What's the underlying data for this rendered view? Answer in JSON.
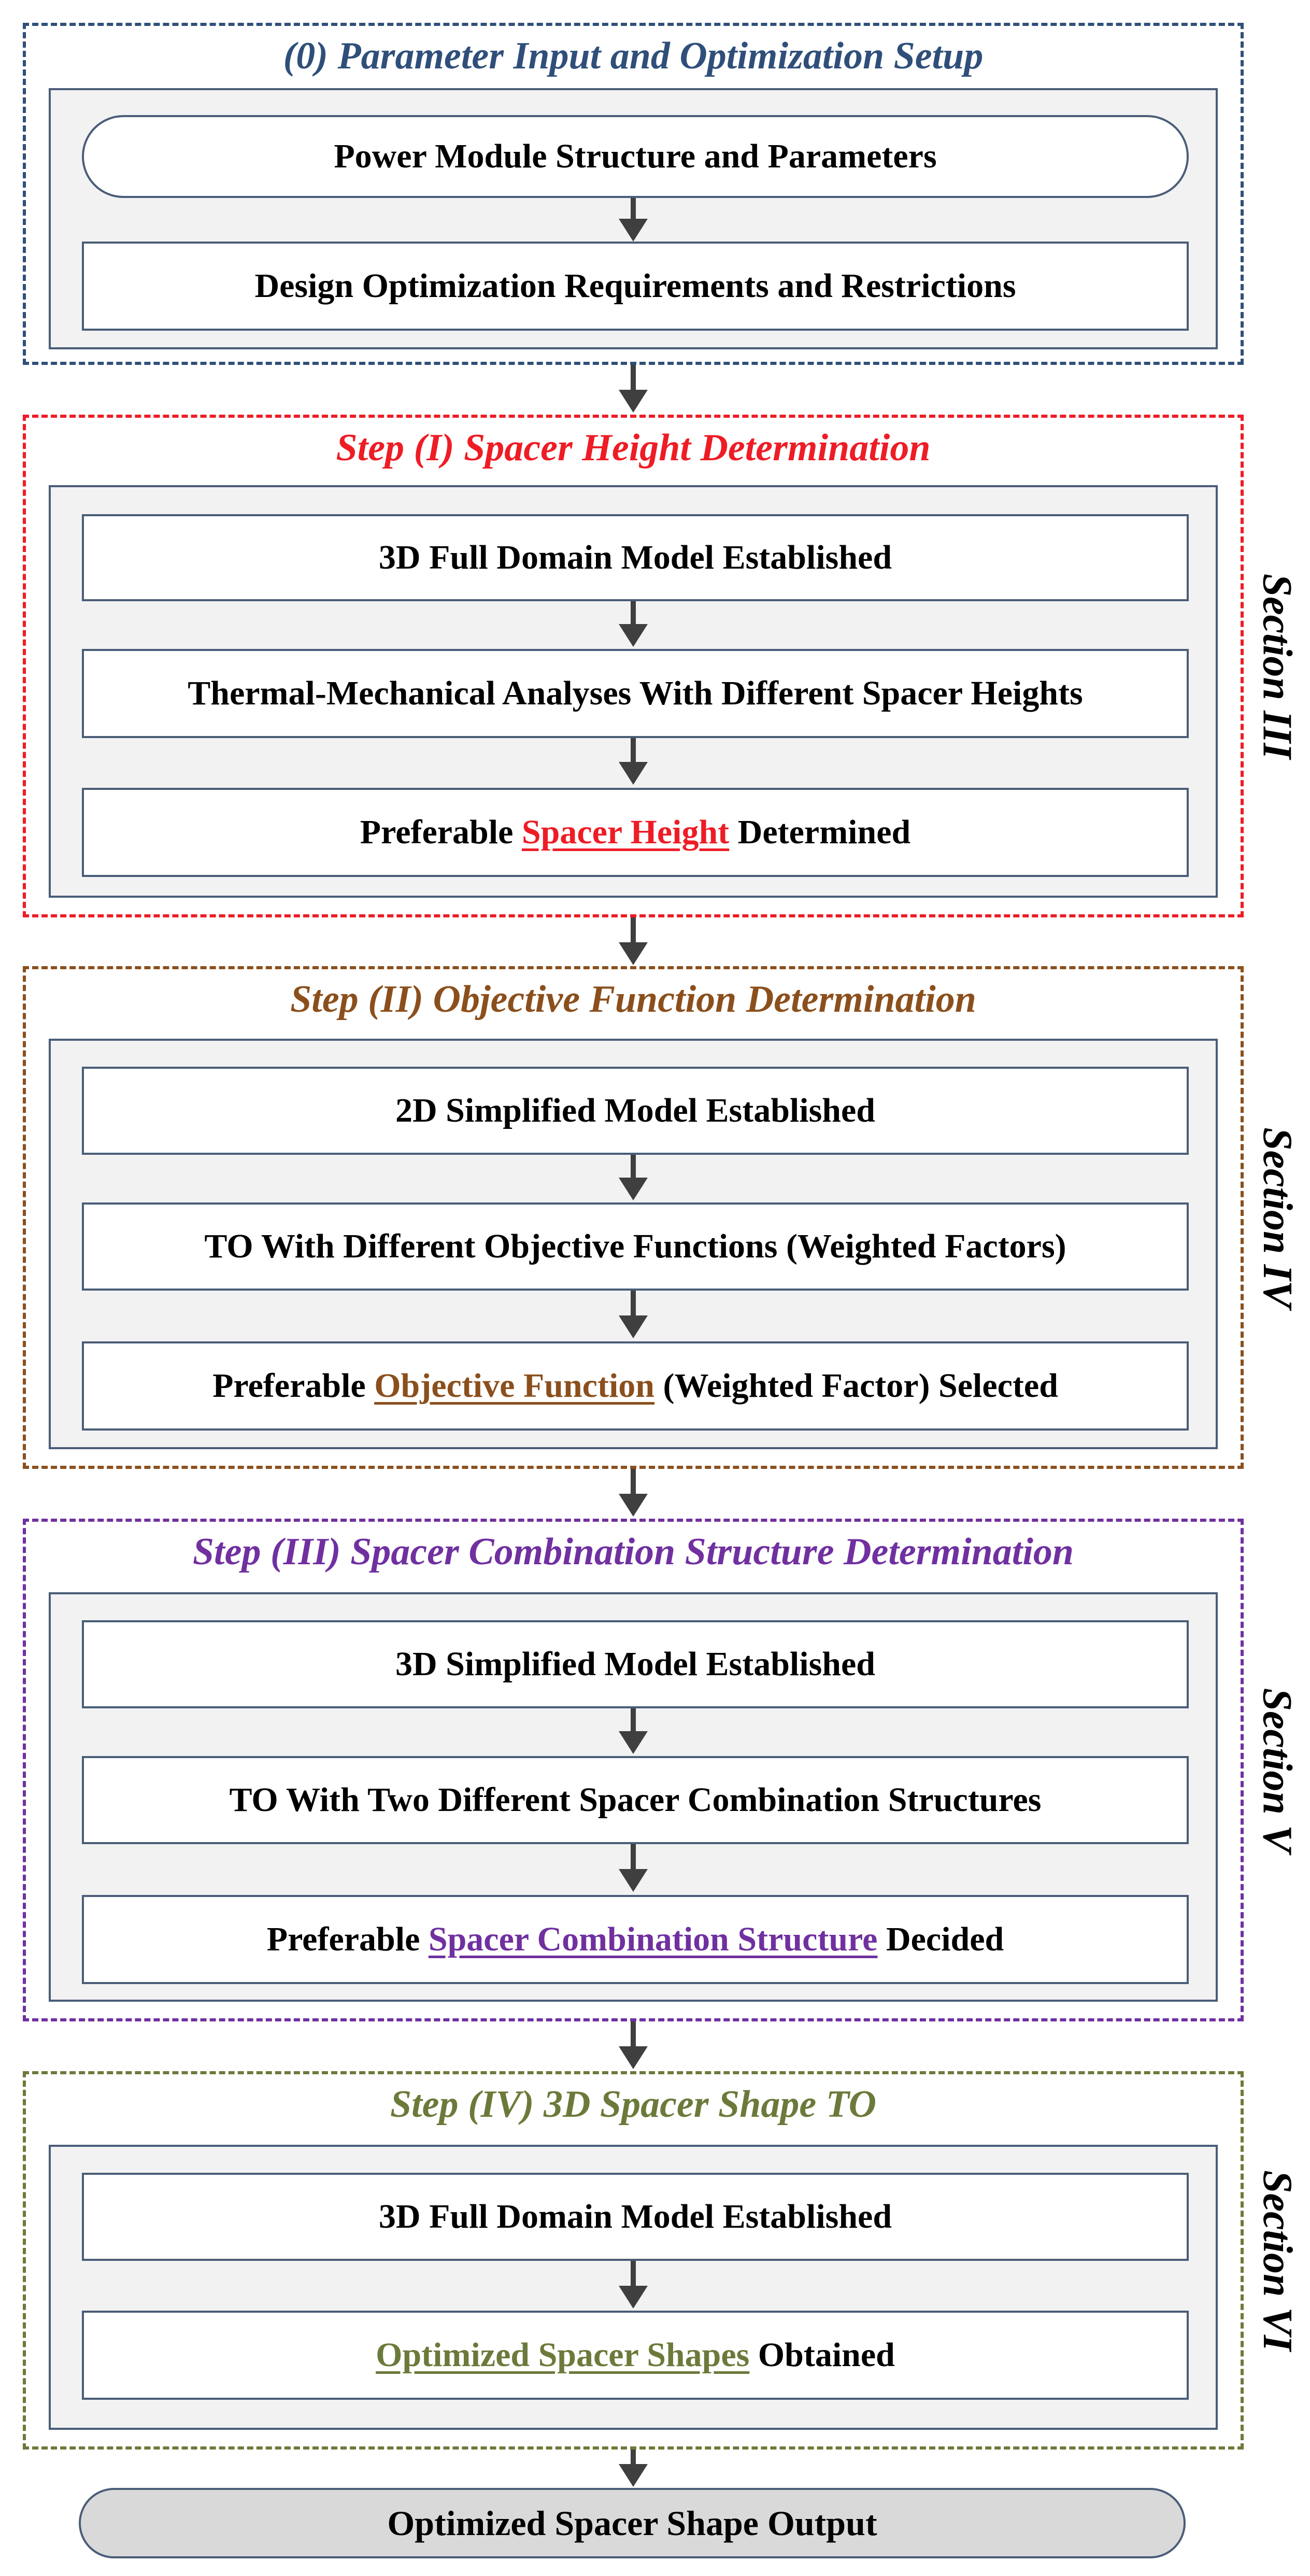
{
  "colors": {
    "step0": "#2f4f7a",
    "step1": "#ee1c25",
    "step2": "#8b4f1c",
    "step3": "#7030a0",
    "step4": "#6b7a3a"
  },
  "step0": {
    "title": "(0) Parameter Input and Optimization Setup",
    "box1": "Power Module Structure and Parameters",
    "box2": "Design Optimization Requirements and Restrictions"
  },
  "step1": {
    "title": "Step (I) Spacer Height Determination",
    "box1": "3D Full Domain Model Established",
    "box2": "Thermal-Mechanical Analyses With Different Spacer Heights",
    "box3_pre": "Preferable ",
    "box3_hl": "Spacer Height",
    "box3_post": " Determined",
    "section": "Section III"
  },
  "step2": {
    "title": "Step (II) Objective Function Determination",
    "box1": "2D Simplified Model Established",
    "box2": "TO With Different Objective Functions (Weighted Factors)",
    "box3_pre": "Preferable ",
    "box3_hl": "Objective Function",
    "box3_post": " (Weighted Factor) Selected",
    "section": "Section IV"
  },
  "step3": {
    "title": "Step (III) Spacer Combination Structure Determination",
    "box1": "3D Simplified Model Established",
    "box2": "TO With Two Different Spacer Combination Structures",
    "box3_pre": "Preferable ",
    "box3_hl": "Spacer Combination Structure",
    "box3_post": " Decided",
    "section": "Section V"
  },
  "step4": {
    "title": "Step (IV) 3D Spacer Shape TO",
    "box1": "3D Full Domain Model Established",
    "box2_hl": "Optimized Spacer Shapes",
    "box2_post": " Obtained",
    "section": "Section VI"
  },
  "final": "Optimized Spacer Shape Output"
}
